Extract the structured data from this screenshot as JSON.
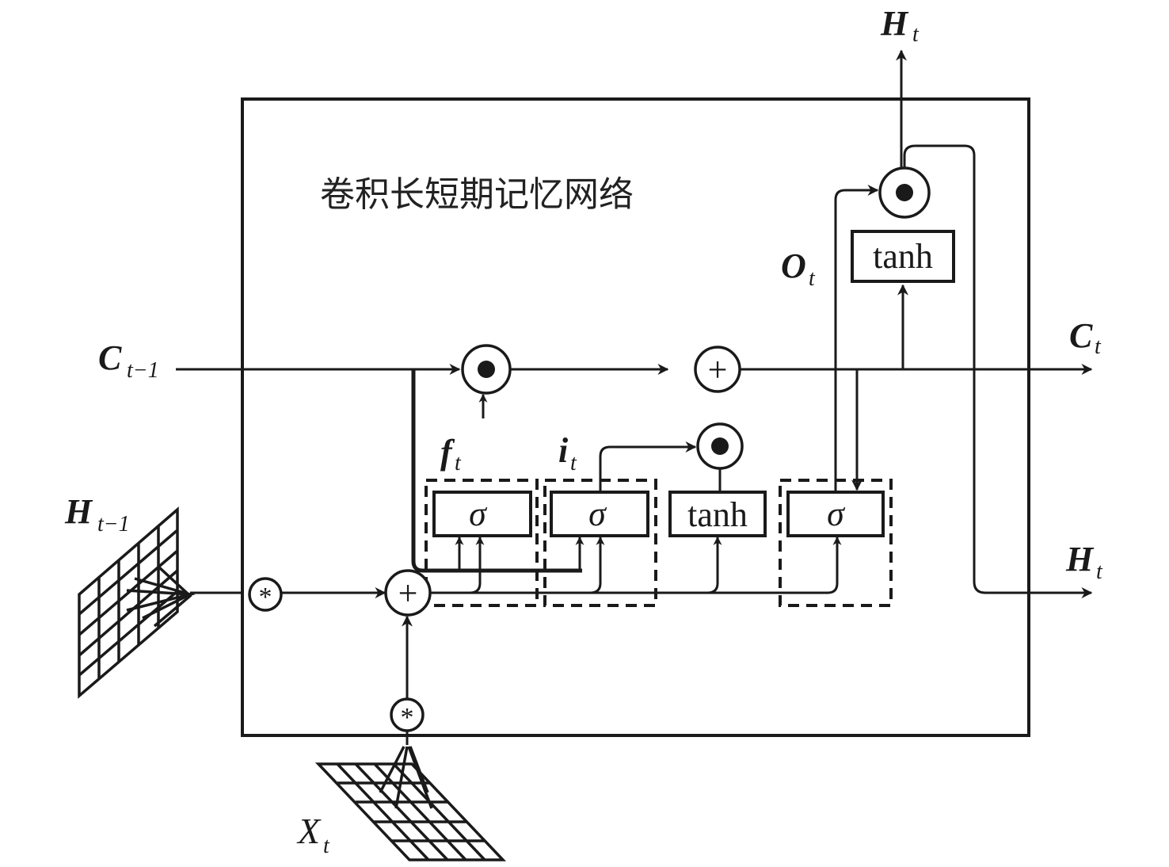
{
  "title": "卷积长短期记忆网络",
  "labels": {
    "c_prev": {
      "main": "C",
      "sub": "t−1"
    },
    "c_next": {
      "main": "C",
      "sub": "t"
    },
    "h_prev": {
      "main": "H",
      "sub": "t−1"
    },
    "h_next_right": {
      "main": "H",
      "sub": "t"
    },
    "h_next_top": {
      "main": "H",
      "sub": "t"
    },
    "x_input": {
      "main": "X",
      "sub": "t"
    },
    "forget_gate": {
      "main": "f",
      "sub": "t"
    },
    "input_gate": {
      "main": "i",
      "sub": "t"
    },
    "output_gate": {
      "main": "O",
      "sub": "t"
    }
  },
  "blocks": {
    "forget_sigma": "σ",
    "input_sigma": "σ",
    "candidate_tanh": "tanh",
    "output_sigma": "σ",
    "cell_tanh": "tanh"
  },
  "operators": {
    "hadamard": "⊙",
    "add": "+",
    "conv": "*"
  },
  "colors": {
    "line": "#1a1a1a",
    "background": "#ffffff"
  }
}
